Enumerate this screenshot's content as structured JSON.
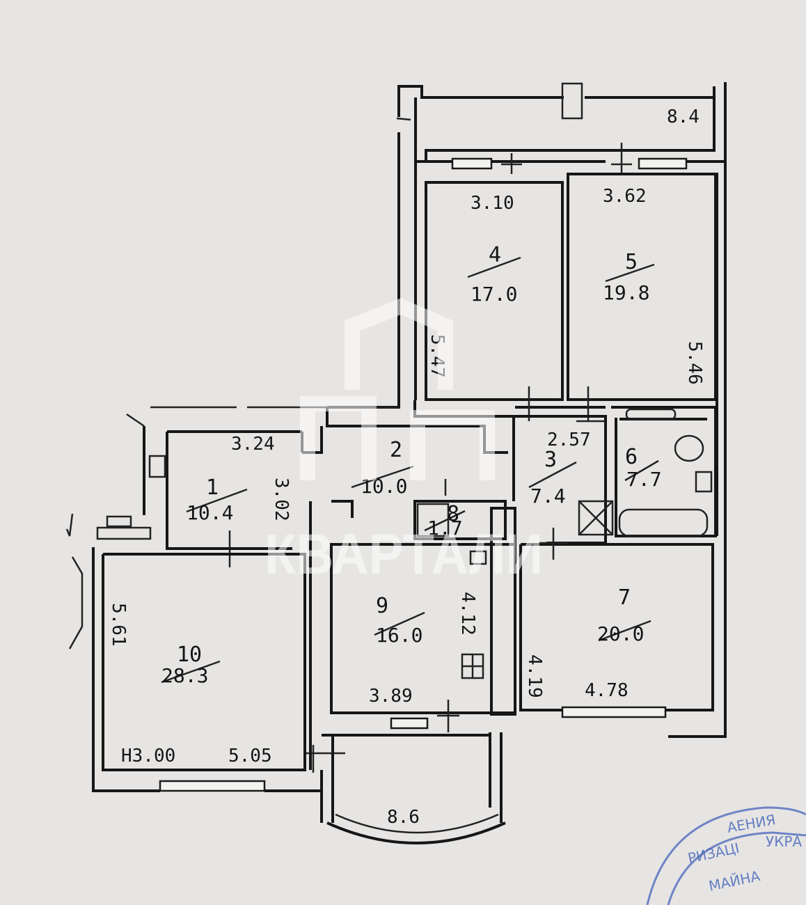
{
  "rooms": [
    {
      "id": "1",
      "number": "1",
      "area": "10.4"
    },
    {
      "id": "2",
      "number": "2",
      "area": "10.0"
    },
    {
      "id": "3",
      "number": "3",
      "area": "7.4"
    },
    {
      "id": "4",
      "number": "4",
      "area": "17.0"
    },
    {
      "id": "5",
      "number": "5",
      "area": "19.8"
    },
    {
      "id": "6",
      "number": "6",
      "area": "7.7"
    },
    {
      "id": "7",
      "number": "7",
      "area": "20.0"
    },
    {
      "id": "8",
      "number": "8",
      "area": "1.7"
    },
    {
      "id": "9",
      "number": "9",
      "area": "16.0"
    },
    {
      "id": "10",
      "number": "10",
      "area": "28.3"
    }
  ],
  "balconies": {
    "top": "8.4",
    "bottom": "8.6"
  },
  "dimensions": {
    "room4_width": "3.10",
    "room4_length": "5.47",
    "room5_width": "3.62",
    "room5_length": "5.46",
    "room1_width": "3.24",
    "room1_depth": "3.02",
    "room3_width": "2.57",
    "room10_length": "5.61",
    "room10_width": "5.05",
    "room9_length": "4.12",
    "room9_width": "3.89",
    "room7_length": "4.19",
    "room7_width": "4.78"
  },
  "ceiling_height": "H3.00",
  "watermark": "КВАРТАЛИ",
  "stamp": {
    "line1": "АЕНИЯ",
    "line2": "УКРА",
    "line3": "РИЗАЦІ",
    "line4": "МАЙНА"
  }
}
